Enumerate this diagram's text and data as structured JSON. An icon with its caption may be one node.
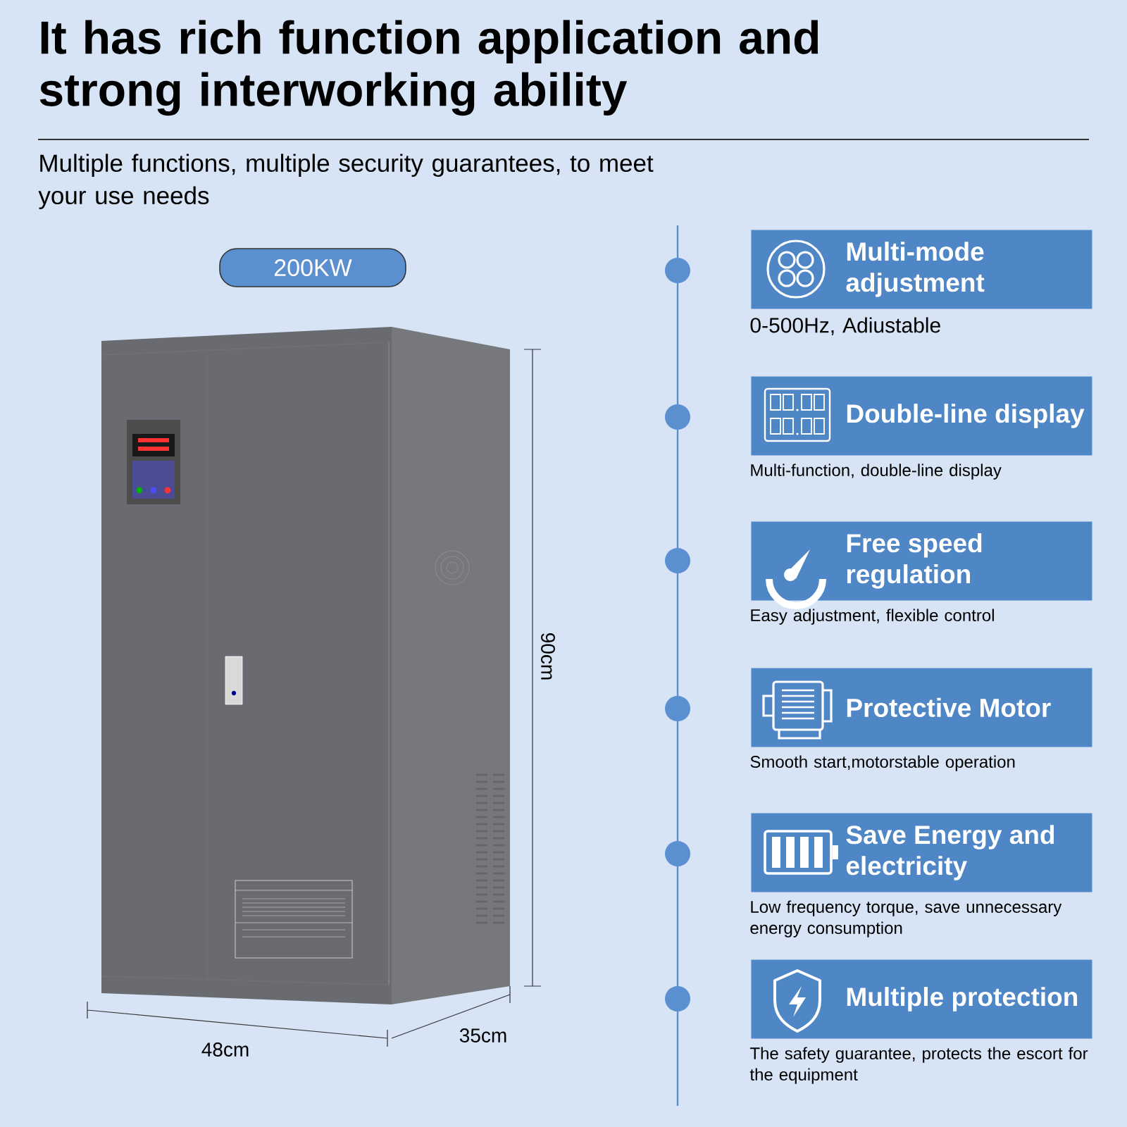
{
  "diagram": {
    "title": "It has rich function application and strong interworking ability",
    "nodes": [
      {
        "text": [
          "200KW"
        ]
      },
      {
        "text": [
          "Multi-mode adjustment"
        ],
        "beside": [
          "0-500Hz, Adiustable"
        ]
      },
      {
        "text": [
          "Double-line display"
        ],
        "beside": [
          "Multi-function, double-line display"
        ]
      },
      {
        "text": [
          "Free speed regulation"
        ],
        "beside": [
          "Easy adjustment, flexible control"
        ]
      },
      {
        "text": [
          "Protective Motor"
        ],
        "beside": [
          "Smooth start,motorstable operation"
        ]
      },
      {
        "text": [
          "Save Energy and electricity"
        ],
        "beside": [
          "Low frequency torque, save unnecessary energy consumption"
        ]
      },
      {
        "text": [
          "Multiple protection"
        ],
        "beside": [
          "The safety guarantee, protects the escort for the equipment"
        ]
      }
    ],
    "labels": [
      "Multiple functions, multiple security guarantees, to meet your use needs",
      "90cm",
      "48cm",
      "35cm"
    ]
  }
}
